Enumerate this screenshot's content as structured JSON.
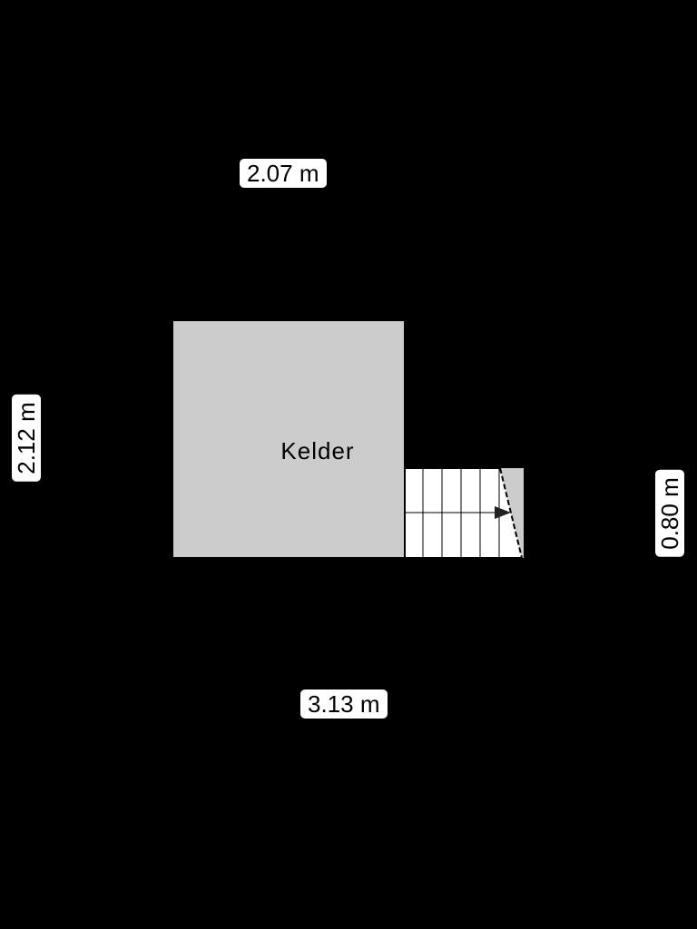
{
  "floorplan": {
    "room": {
      "name": "Kelder"
    },
    "dimensions": {
      "top": "2.07 m",
      "left": "2.12 m",
      "bottom": "3.13 m",
      "right": "0.80 m"
    },
    "colors": {
      "background": "#000000",
      "room_fill": "#cccccc",
      "stair_fill": "#ffffff",
      "label_bg": "#ffffff"
    },
    "icons": [
      "stair-direction-arrow-icon"
    ]
  }
}
